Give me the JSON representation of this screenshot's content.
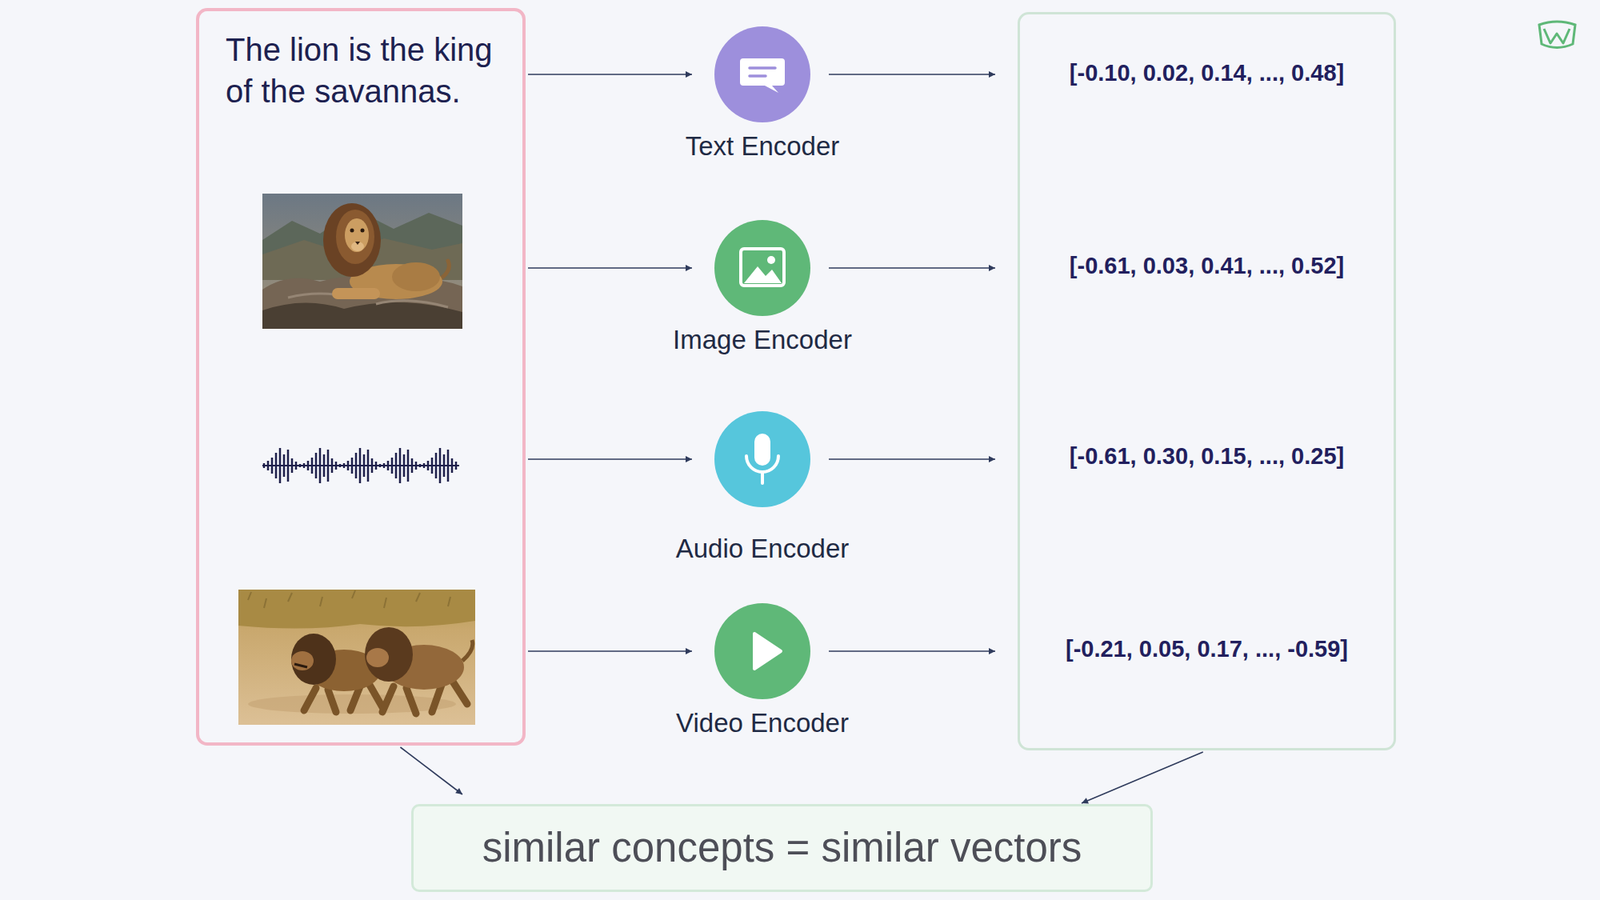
{
  "diagram": {
    "nodes": [
      {
        "text": [
          "The lion is the king of the savannas."
        ]
      },
      {
        "text": [
          "Text Encoder"
        ]
      },
      {
        "text": [
          "Image Encoder"
        ]
      },
      {
        "text": [
          "Audio Encoder"
        ]
      },
      {
        "text": [
          "Video Encoder"
        ]
      },
      {
        "text": [
          "[-0.10, 0.02, 0.14, ..., 0.48]",
          "[-0.61, 0.03, 0.41, ..., 0.52]",
          "[-0.61, 0.30, 0.15, ..., 0.25]",
          "[-0.21, 0.05, 0.17, ..., -0.59]"
        ]
      },
      {
        "text": [
          "similar concepts = similar vectors"
        ]
      }
    ],
    "edges": [
      {
        "from": 0,
        "to": 1,
        "arrow": "to"
      },
      {
        "from": 0,
        "to": 2,
        "arrow": "to"
      },
      {
        "from": 0,
        "to": 3,
        "arrow": "to"
      },
      {
        "from": 0,
        "to": 4,
        "arrow": "to"
      },
      {
        "from": 1,
        "to": 5,
        "arrow": "to"
      },
      {
        "from": 2,
        "to": 5,
        "arrow": "to"
      },
      {
        "from": 3,
        "to": 5,
        "arrow": "to"
      },
      {
        "from": 4,
        "to": 5,
        "arrow": "to"
      },
      {
        "from": 0,
        "to": 6,
        "arrow": "to"
      },
      {
        "from": 5,
        "to": 6,
        "arrow": "to"
      }
    ]
  }
}
